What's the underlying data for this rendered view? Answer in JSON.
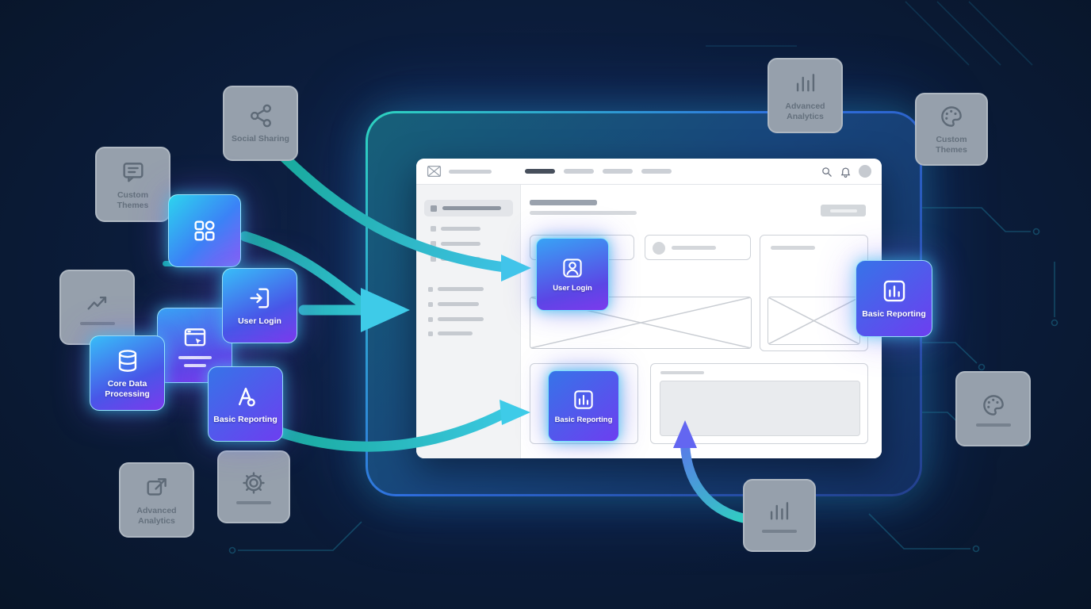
{
  "scene": {
    "description": "Feature cards flowing into an app wireframe mockup",
    "colors": {
      "background": "#0b1c3a",
      "teal": "#2dd4bf",
      "cyan": "#22d3ee",
      "blue": "#3b82f6",
      "indigo": "#4f46e5",
      "purple": "#7c3aed",
      "gray_card": "#96a0ac",
      "arrow": "#3ecbe8"
    }
  },
  "left_cards": {
    "social_sharing": {
      "label": "Social Sharing",
      "icon": "share-nodes-icon",
      "state": "inactive"
    },
    "custom_themes": {
      "label": "Custom Themes",
      "icon": "chat-bubble-icon",
      "state": "inactive"
    },
    "app_grid": {
      "label": "",
      "icon": "app-grid-icon",
      "state": "active"
    },
    "trend_sketch": {
      "label": "",
      "icon": "trend-chart-icon",
      "state": "inactive"
    },
    "user_login": {
      "label": "User Login",
      "icon": "login-arrow-icon",
      "state": "active"
    },
    "browser": {
      "label": "",
      "icon": "browser-window-icon",
      "state": "active"
    },
    "core_data": {
      "label": "Core Data Processing",
      "icon": "database-icon",
      "state": "active"
    },
    "basic_reporting": {
      "label": "Basic Reporting",
      "icon": "vector-node-icon",
      "state": "active"
    },
    "advanced_analytics": {
      "label": "Advanced Analytics",
      "icon": "share-box-icon",
      "state": "inactive"
    },
    "gear": {
      "label": "",
      "icon": "gear-icon",
      "state": "inactive"
    }
  },
  "right_cards": {
    "advanced_analytics": {
      "label": "Advanced Analytics",
      "icon": "bar-chart-icon",
      "state": "inactive"
    },
    "custom_themes": {
      "label": "Custom Themes",
      "icon": "palette-icon",
      "state": "inactive"
    },
    "basic_reporting": {
      "label": "Basic Reporting",
      "icon": "bar-chart-square-icon",
      "state": "active"
    },
    "palette": {
      "label": "",
      "icon": "palette-icon",
      "state": "inactive"
    },
    "bar_chart": {
      "label": "",
      "icon": "bar-chart-icon",
      "state": "inactive"
    }
  },
  "mockup": {
    "header_icons": [
      "search-icon",
      "bell-icon",
      "avatar"
    ],
    "feature_cards": {
      "user_login": {
        "label": "User Login",
        "icon": "user-icon"
      },
      "basic_reporting": {
        "label": "Basic Reporting",
        "icon": "bar-chart-square-icon"
      }
    }
  }
}
